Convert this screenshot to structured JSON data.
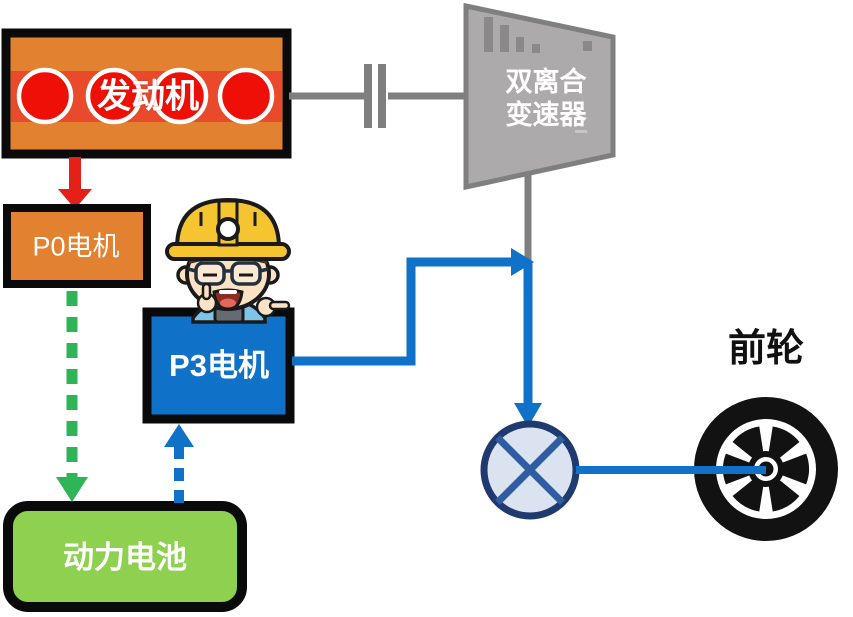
{
  "diagram": {
    "type": "hybrid-powertrain-diagram",
    "nodes": {
      "engine": {
        "label": "发动机"
      },
      "transmission": {
        "label_line1": "双离合",
        "label_line2": "变速器"
      },
      "p0_motor": {
        "label": "P0电机"
      },
      "p3_motor": {
        "label": "P3电机"
      },
      "battery": {
        "label": "动力电池"
      },
      "front_wheel": {
        "label": "前轮"
      }
    },
    "links": [
      {
        "from": "engine",
        "to": "p0_motor",
        "style": "red-solid-arrow"
      },
      {
        "from": "engine",
        "to": "transmission",
        "style": "gray-shaft-with-clutch"
      },
      {
        "from": "p0_motor",
        "to": "battery",
        "style": "green-dashed-arrow"
      },
      {
        "from": "battery",
        "to": "p3_motor",
        "style": "blue-dashed-arrow"
      },
      {
        "from": "p3_motor",
        "to": "transmission-output-shaft",
        "style": "blue-solid-arrow"
      },
      {
        "from": "transmission-output-shaft",
        "to": "differential",
        "style": "blue-solid-arrow"
      },
      {
        "from": "differential",
        "to": "front_wheel",
        "style": "blue-solid-line"
      }
    ],
    "colors": {
      "engine_orange": "#e2812f",
      "engine_band_red": "#ea472c",
      "cylinder_red": "#ee1007",
      "arrow_red": "#e32119",
      "motor_blue": "#0f72c8",
      "battery_green": "#8ed04f",
      "charge_arrow_green": "#2fb457",
      "transmission_gray": "#adaaab",
      "transmission_border_gray": "#7f7f7f",
      "gearbar_gray": "#8b8889",
      "shaft_gray": "#7f7f7f",
      "differential_fill": "#dbe3f1",
      "differential_border": "#1e3a6e",
      "differential_cross": "#2e5da1",
      "wheel_black": "#121212",
      "outline_black": "#0a0a0a",
      "helmet_yellow": "#f4c431",
      "skin": "#fbe2c5",
      "shirt_blue": "#7ec3e8"
    }
  }
}
